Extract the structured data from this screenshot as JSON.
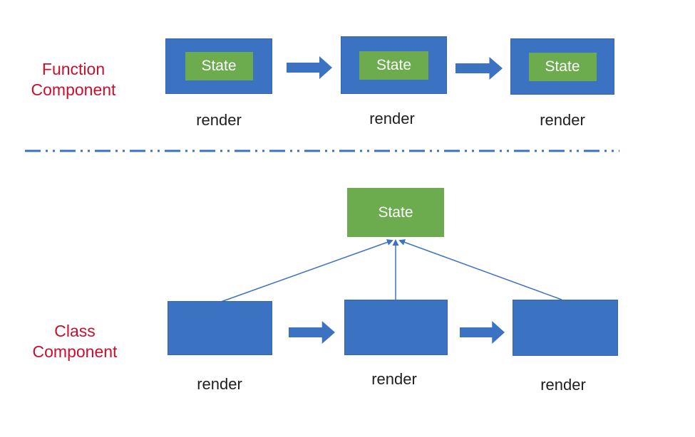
{
  "colors": {
    "blue": "#3C72C2",
    "green": "#6CAB4E",
    "red": "#C8102E",
    "dark": "#1F1F1F",
    "bg": "#FFFFFF"
  },
  "function_section": {
    "label_line1": "Function",
    "label_line2": "Component",
    "items": [
      {
        "state": "State",
        "render": "render"
      },
      {
        "state": "State",
        "render": "render"
      },
      {
        "state": "State",
        "render": "render"
      }
    ]
  },
  "divider": {
    "style_name": "dash-dot-dot-line"
  },
  "class_section": {
    "label_line1": "Class",
    "label_line2": "Component",
    "state": "State",
    "items": [
      {
        "render": "render"
      },
      {
        "render": "render"
      },
      {
        "render": "render"
      }
    ]
  }
}
